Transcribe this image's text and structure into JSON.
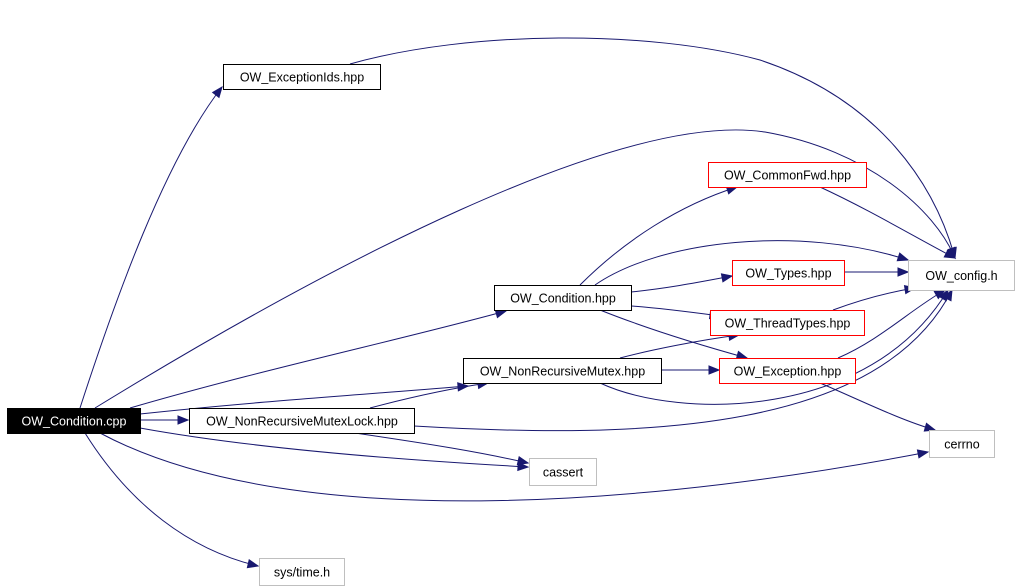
{
  "graph": {
    "colors": {
      "edge": "#191970",
      "default_border": "#000000",
      "red_border": "#ff0000",
      "gray_border": "#bfbfbf",
      "root_fill": "#000000",
      "root_text": "#ffffff"
    },
    "nodes": [
      {
        "id": "root",
        "label": "OW_Condition.cpp",
        "style": "root"
      },
      {
        "id": "exids",
        "label": "OW_ExceptionIds.hpp",
        "style": "normal"
      },
      {
        "id": "commonfwd",
        "label": "OW_CommonFwd.hpp",
        "style": "red"
      },
      {
        "id": "types",
        "label": "OW_Types.hpp",
        "style": "red"
      },
      {
        "id": "config",
        "label": "OW_config.h",
        "style": "gray"
      },
      {
        "id": "cond",
        "label": "OW_Condition.hpp",
        "style": "normal"
      },
      {
        "id": "threadtypes",
        "label": "OW_ThreadTypes.hpp",
        "style": "red"
      },
      {
        "id": "nrmutex",
        "label": "OW_NonRecursiveMutex.hpp",
        "style": "normal"
      },
      {
        "id": "exception",
        "label": "OW_Exception.hpp",
        "style": "red"
      },
      {
        "id": "nrmlock",
        "label": "OW_NonRecursiveMutexLock.hpp",
        "style": "normal"
      },
      {
        "id": "cerrno",
        "label": "cerrno",
        "style": "gray"
      },
      {
        "id": "cassert",
        "label": "cassert",
        "style": "gray"
      },
      {
        "id": "systime",
        "label": "sys/time.h",
        "style": "gray"
      }
    ],
    "edges": [
      {
        "from": "root",
        "to": "exids"
      },
      {
        "from": "root",
        "to": "config"
      },
      {
        "from": "root",
        "to": "cond"
      },
      {
        "from": "root",
        "to": "nrmutex"
      },
      {
        "from": "root",
        "to": "nrmlock"
      },
      {
        "from": "root",
        "to": "cassert"
      },
      {
        "from": "root",
        "to": "cerrno"
      },
      {
        "from": "root",
        "to": "systime"
      },
      {
        "from": "exids",
        "to": "config"
      },
      {
        "from": "cond",
        "to": "commonfwd"
      },
      {
        "from": "cond",
        "to": "config"
      },
      {
        "from": "cond",
        "to": "types"
      },
      {
        "from": "cond",
        "to": "threadtypes"
      },
      {
        "from": "cond",
        "to": "exception"
      },
      {
        "from": "commonfwd",
        "to": "config"
      },
      {
        "from": "types",
        "to": "config"
      },
      {
        "from": "threadtypes",
        "to": "config"
      },
      {
        "from": "nrmutex",
        "to": "threadtypes"
      },
      {
        "from": "nrmutex",
        "to": "exception"
      },
      {
        "from": "nrmutex",
        "to": "config"
      },
      {
        "from": "exception",
        "to": "config"
      },
      {
        "from": "exception",
        "to": "cerrno"
      },
      {
        "from": "nrmlock",
        "to": "nrmutex"
      },
      {
        "from": "nrmlock",
        "to": "cassert"
      },
      {
        "from": "nrmlock",
        "to": "config"
      }
    ]
  }
}
